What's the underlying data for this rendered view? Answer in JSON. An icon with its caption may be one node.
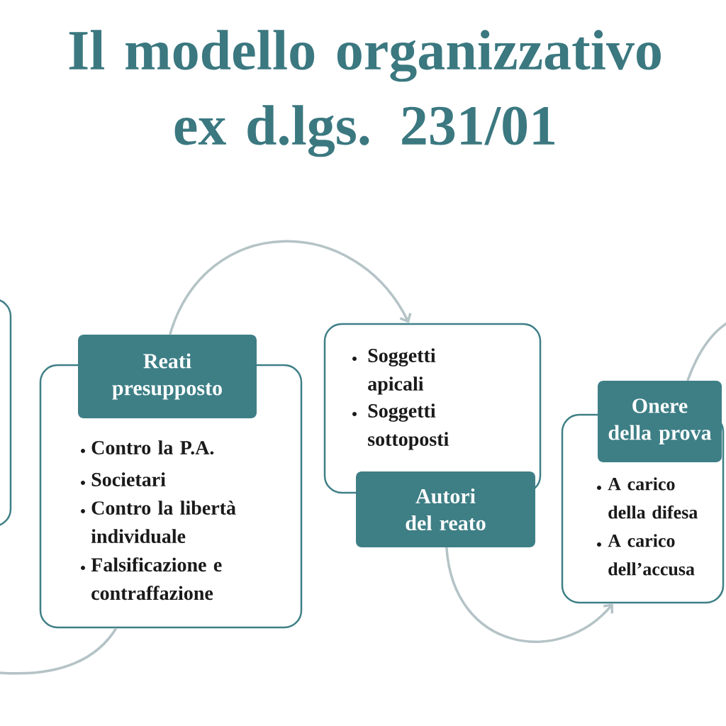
{
  "diagram": {
    "title": "Il modello organizzativo ex d.lgs. 231/01",
    "nodes": [
      {
        "text": [],
        "shape": "box"
      },
      {
        "text": [
          "Reati presupposto"
        ]
      },
      {
        "text": [
          "Contro la P.A.",
          "Societari",
          "Contro la libertà individuale",
          "Falsificazione e contraffazione"
        ]
      },
      {
        "text": [
          "Soggetti apicali",
          "Soggetti sottoposti"
        ]
      },
      {
        "text": [
          "Autori del reato"
        ]
      },
      {
        "text": [
          "Onere della prova"
        ]
      },
      {
        "text": [
          "A carico della difesa",
          "A carico dell’accusa"
        ]
      }
    ],
    "edges": [
      {
        "from": null,
        "to": 2,
        "arrow": "none"
      },
      {
        "from": 1,
        "to": 3,
        "arrow": "to"
      },
      {
        "from": 4,
        "to": 6,
        "arrow": "to"
      },
      {
        "from": 5,
        "to": null,
        "arrow": "none"
      }
    ]
  }
}
